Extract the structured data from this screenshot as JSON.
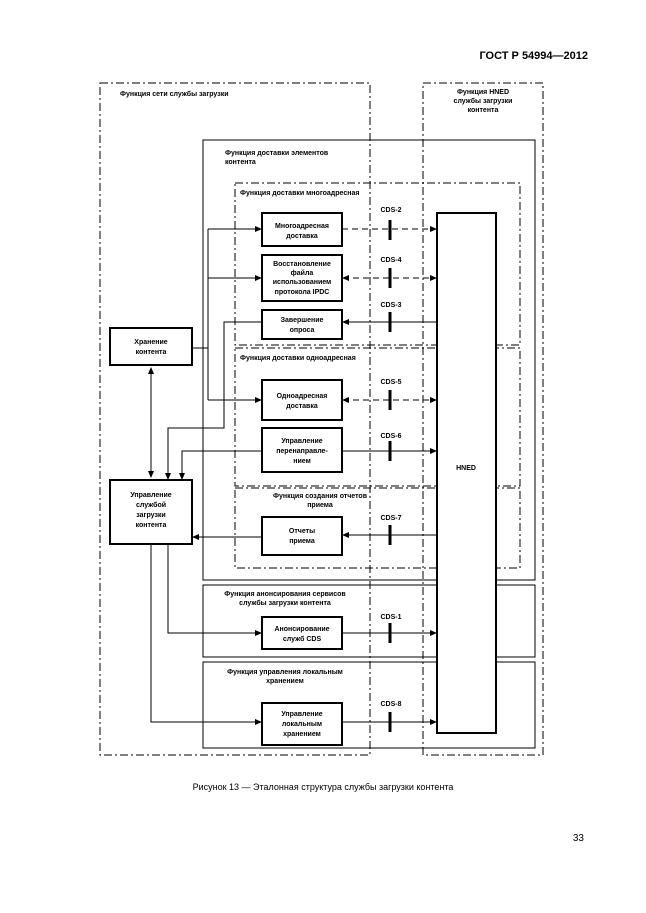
{
  "header": {
    "standard": "ГОСТ Р 54994—2012"
  },
  "caption": "Рисунок 13 — Эталонная структура службы загрузки контента",
  "page_number": "33",
  "diagram": {
    "network_function": "Функция сети службы загрузки",
    "hned_function": [
      "Функция HNED",
      "службы загрузки",
      "контента"
    ],
    "content_delivery_function": [
      "Функция доставки элементов",
      "контента"
    ],
    "multicast_function": "Функция доставки многоадресная",
    "unicast_function": "Функция доставки одноадресная",
    "reception_report_function": [
      "Функция создания отчетов",
      "приема"
    ],
    "announcement_function": [
      "Функция анонсирования сервисов",
      "службы загрузки контента"
    ],
    "local_storage_function": [
      "Функция управления локальным",
      "хранением"
    ],
    "boxes": {
      "multicast": [
        "Многоадресная",
        "доставка"
      ],
      "ipdc_recovery": [
        "Восстановление",
        "файла",
        "использованием",
        "протокола IPDC"
      ],
      "query_completion": [
        "Завершение",
        "опроса"
      ],
      "unicast": [
        "Одноадресная",
        "доставка"
      ],
      "redirect": [
        "Управление",
        "перенаправле-",
        "нием"
      ],
      "reports": [
        "Отчеты",
        "приема"
      ],
      "announcement": [
        "Анонсирование",
        "служб CDS"
      ],
      "local_storage": [
        "Управление",
        "локальным",
        "хранением"
      ],
      "storage": [
        "Хранение",
        "контента"
      ],
      "cds_management": [
        "Управление",
        "службой",
        "загрузки",
        "контента"
      ],
      "hned": "HNED"
    },
    "interfaces": [
      "CDS-2",
      "CDS-4",
      "CDS-3",
      "CDS-5",
      "CDS-6",
      "CDS-7",
      "CDS-1",
      "CDS-8"
    ]
  }
}
